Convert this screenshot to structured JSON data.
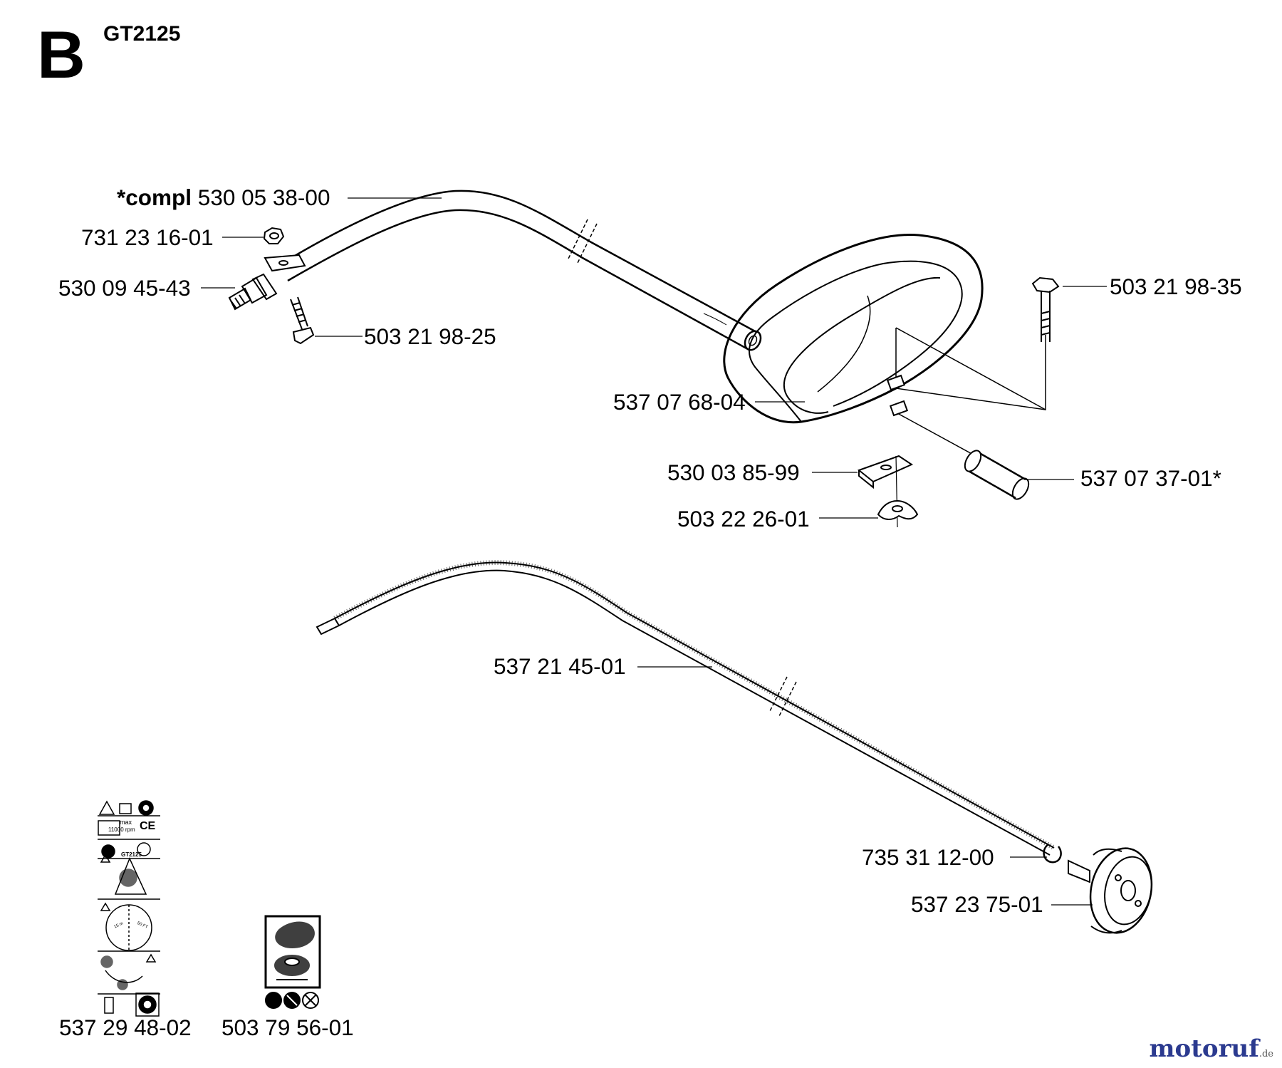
{
  "header": {
    "section_letter": "B",
    "model": "GT2125"
  },
  "parts": {
    "shaft_compl_prefix": "*compl",
    "shaft_compl": "530 05 38-00",
    "nut": "731 23 16-01",
    "coupling": "530 09 45-43",
    "bolt_left": "503 21 98-25",
    "bolt_right": "503 21 98-35",
    "handle": "537 07 68-04",
    "handle_clamp": "530 03 85-99",
    "wing_nut": "503 22 26-01",
    "handle_sleeve": "537 07 37-01*",
    "drive_shaft": "537 21 45-01",
    "circlip": "735 31 12-00",
    "clutch_drum": "537 23 75-01",
    "decal_set": "537 29 48-02",
    "decal_head": "503 79 56-01"
  },
  "decal_text": {
    "rpm_max": "max",
    "rpm_value": "11000 rpm",
    "ce_mark": "CE",
    "model_tag": "GT2125",
    "dist_1": "15 m",
    "dist_2": "50 FT"
  },
  "watermark": {
    "brand": "motoruf",
    "tld": ".de"
  },
  "colors": {
    "ink": "#000000",
    "watermark": "#2b3a8f"
  }
}
